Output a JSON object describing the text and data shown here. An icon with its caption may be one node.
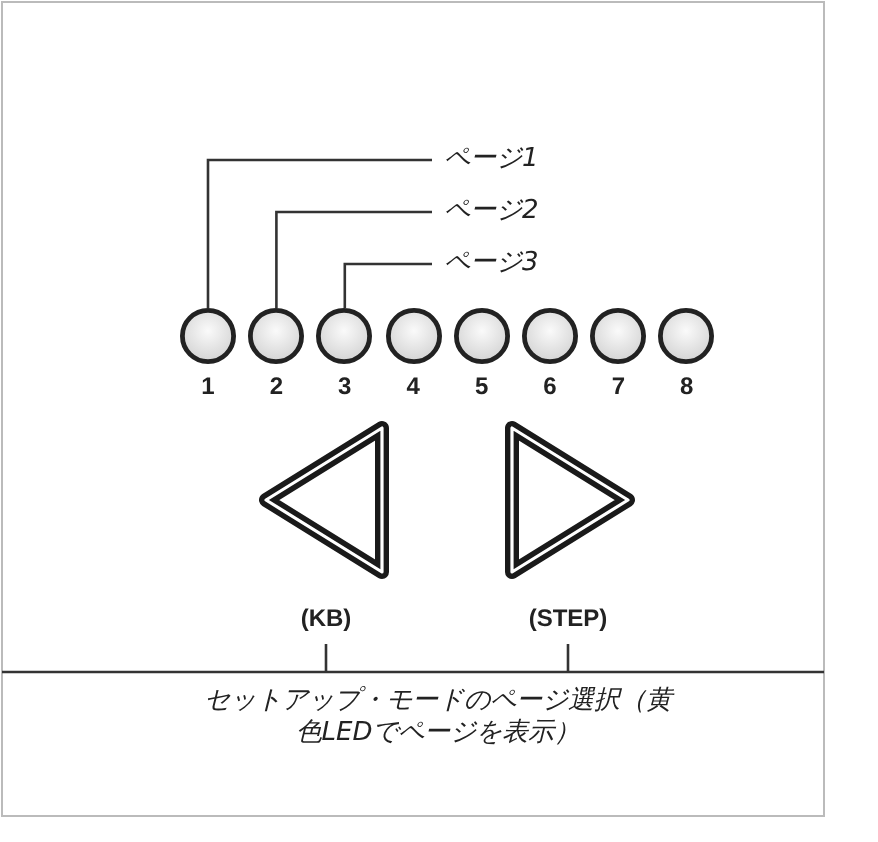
{
  "diagram": {
    "nodes": [
      {
        "text": [
          "ページ1"
        ]
      },
      {
        "text": [
          "ページ2"
        ]
      },
      {
        "text": [
          "ページ3"
        ]
      },
      {
        "text": [],
        "shape": "circle",
        "beside": [
          "1"
        ]
      },
      {
        "text": [],
        "shape": "circle",
        "beside": [
          "2"
        ]
      },
      {
        "text": [],
        "shape": "circle",
        "beside": [
          "3"
        ]
      },
      {
        "text": [],
        "shape": "circle",
        "beside": [
          "4"
        ]
      },
      {
        "text": [],
        "shape": "circle",
        "beside": [
          "5"
        ]
      },
      {
        "text": [],
        "shape": "circle",
        "beside": [
          "6"
        ]
      },
      {
        "text": [],
        "shape": "circle",
        "beside": [
          "7"
        ]
      },
      {
        "text": [],
        "shape": "circle",
        "beside": [
          "8"
        ]
      },
      {
        "text": [],
        "shape": "triangle",
        "beside": [
          "(KB)"
        ]
      },
      {
        "text": [],
        "shape": "triangle",
        "beside": [
          "(STEP)"
        ]
      },
      {
        "text": [
          "セットアップ・モードのページ選択（黄色LEDでページを表示）"
        ]
      }
    ],
    "edges": [
      {
        "from": 0,
        "to": 3,
        "arrow": "none"
      },
      {
        "from": 1,
        "to": 4,
        "arrow": "none"
      },
      {
        "from": 2,
        "to": 5,
        "arrow": "none"
      },
      {
        "from": 13,
        "to": 11,
        "arrow": "none"
      },
      {
        "from": 13,
        "to": 12,
        "arrow": "none"
      }
    ]
  }
}
